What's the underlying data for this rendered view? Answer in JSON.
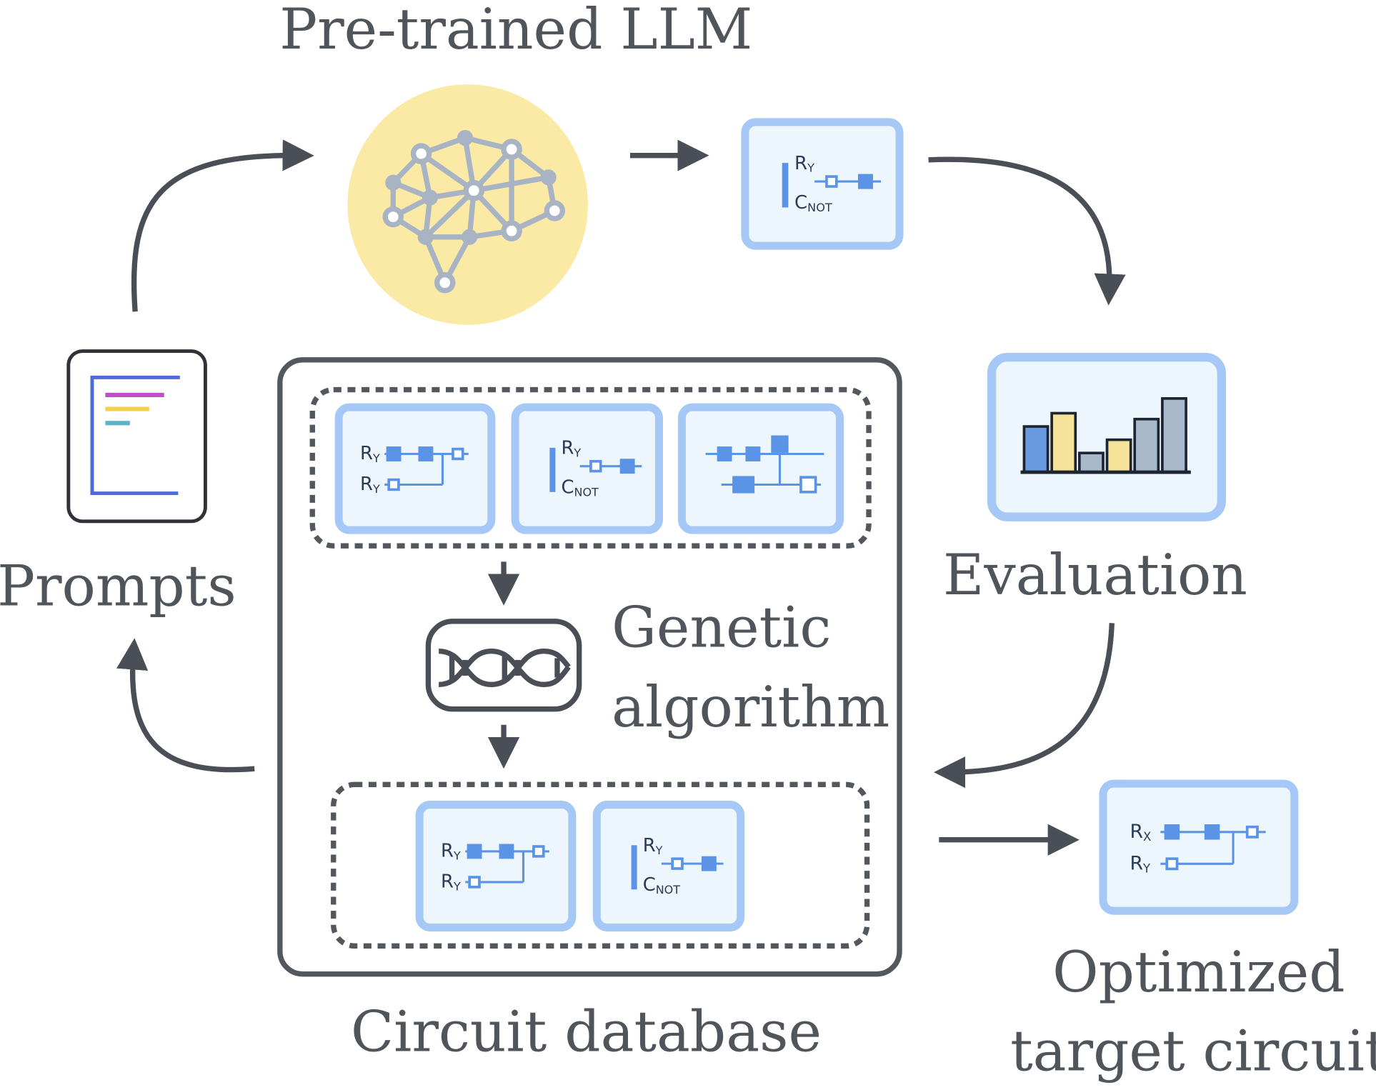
{
  "labels": {
    "llm": "Pre-trained LLM",
    "prompts": "Prompts",
    "evaluation": "Evaluation",
    "genetic_line1": "Genetic",
    "genetic_line2": "algorithm",
    "database": "Circuit database",
    "optimized_line1": "Optimized",
    "optimized_line2": "target circuit"
  },
  "gates": {
    "ry": {
      "main": "R",
      "sub": "Y"
    },
    "rx": {
      "main": "R",
      "sub": "X"
    },
    "cnot": {
      "main": "C",
      "sub": "NOT"
    }
  },
  "colors": {
    "arrow": "#4a4f57",
    "circuit_border": "#a6c8f6",
    "circuit_fill": "#edf6fd",
    "gate": "#5b93e6",
    "brain_bg": "#faeaa6",
    "brain_net": "#a8b3c4",
    "bars": [
      "#6a9be2",
      "#f6e39a",
      "#a9b9cc",
      "#f6e39a",
      "#a9b9cc",
      "#a9b9cc"
    ]
  },
  "evaluation_bars": [
    0.62,
    0.8,
    0.26,
    0.44,
    0.72,
    1.0
  ],
  "icons": [
    "brain-network-icon",
    "document-icon",
    "bar-chart-icon",
    "dna-icon"
  ]
}
